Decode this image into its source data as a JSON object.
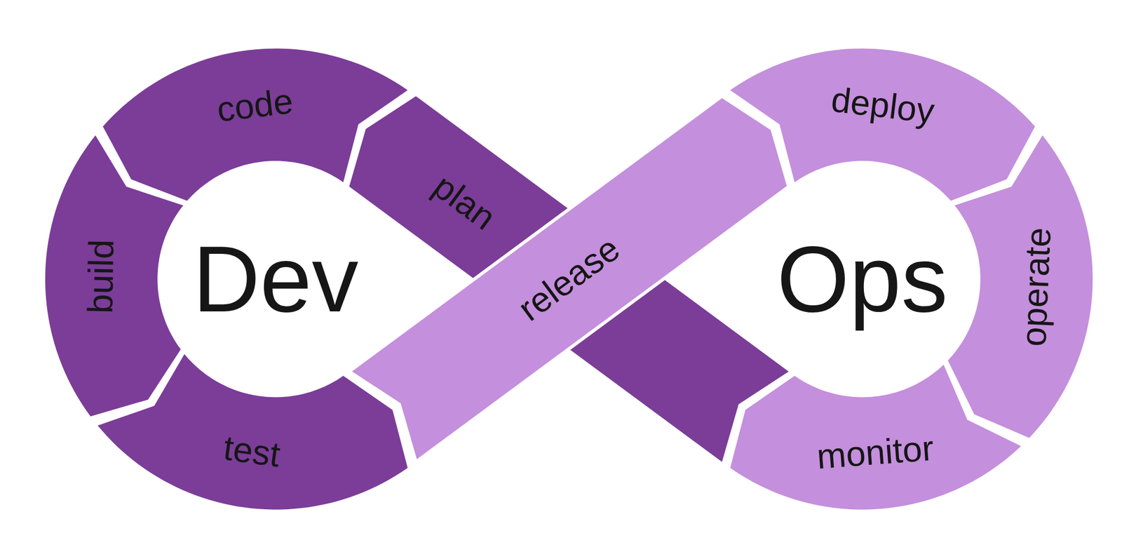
{
  "diagram": {
    "nodes": [
      {
        "text": [
          "plan"
        ]
      },
      {
        "text": [
          "code"
        ]
      },
      {
        "text": [
          "build"
        ]
      },
      {
        "text": [
          "test"
        ]
      },
      {
        "text": [
          "release"
        ]
      },
      {
        "text": [
          "deploy"
        ]
      },
      {
        "text": [
          "operate"
        ]
      },
      {
        "text": [
          "monitor"
        ]
      }
    ],
    "labels": [
      "Dev",
      "Ops"
    ]
  }
}
